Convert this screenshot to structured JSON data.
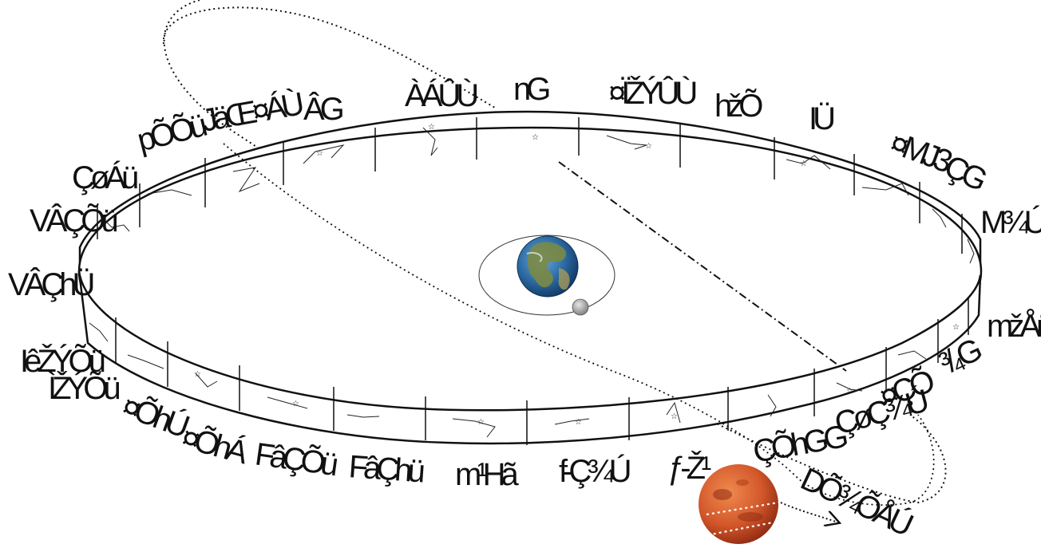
{
  "diagram": {
    "colors": {
      "background": "#ffffff",
      "ink": "#111111",
      "earth_ocean": "#2f6fa8",
      "earth_land": "#7a8a45",
      "moon": "#9a9a9a",
      "mars": "#d2572a",
      "mars_dark": "#8e2a12"
    },
    "icons": [
      "earth-icon",
      "moon-icon",
      "mars-icon",
      "star-icon"
    ],
    "constellation_labels": [
      "ÀÁÛÙ",
      "nG",
      "¤ÏŽÝÛÙ",
      "hžÕ",
      "IÜ",
      "¤MJ3",
      "ÇG",
      "M¾Ú",
      "mžÅü",
      "³/₄G",
      "¤ÇÕ",
      "ÇøÇ¾Ú",
      "ÇÕhGG",
      "DÕ¾ÕÅÚ",
      "ƒ-Ž¹",
      "f-Ç¾Ú",
      "m¹Hã",
      "FâÇhü",
      "FâÇÕü",
      "¤ÕhÁ",
      "¤ÕhÚ",
      "ÌŽÝÕü",
      "IêŽÝÕü",
      "VÂÇhÜ",
      "VÂÇÕü",
      "ÇøÁü",
      "pÕÕü",
      "JäŒ¤ÁÙ",
      "ÂG"
    ]
  }
}
